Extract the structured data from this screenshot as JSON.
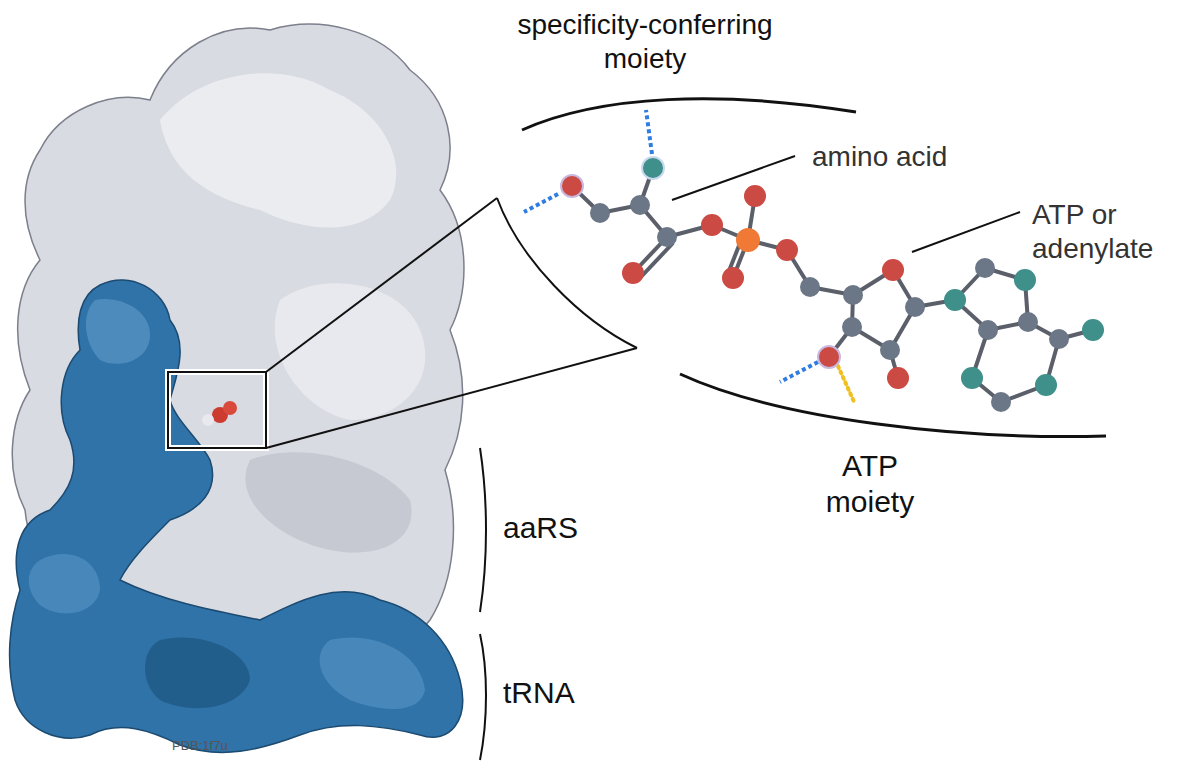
{
  "diagram": {
    "labels": [
      "specificity-conferring moiety",
      "amino acid",
      "ATP or adenylate",
      "ATP moiety",
      "aaRS",
      "tRNA",
      "PDB:1f7u"
    ]
  }
}
